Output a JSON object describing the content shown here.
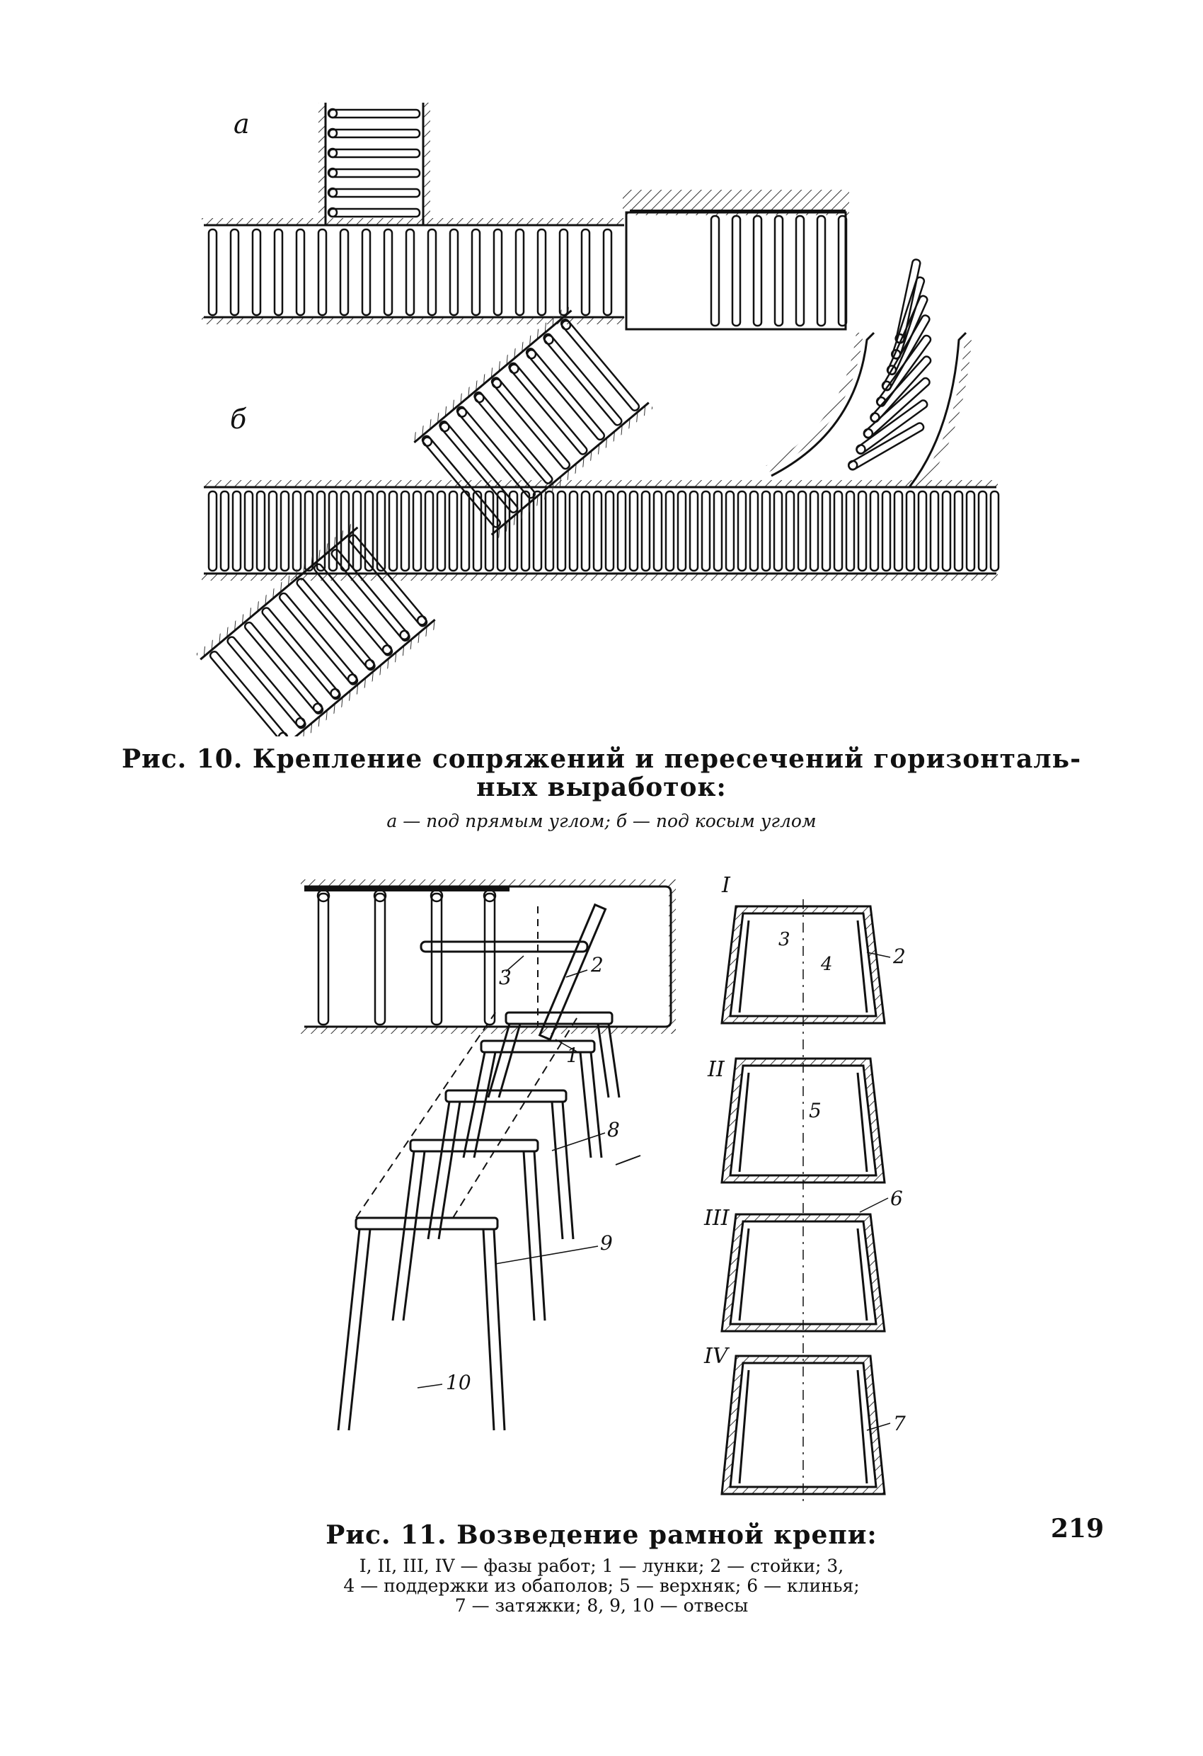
{
  "fig10": {
    "label_a": "а",
    "label_b": "б",
    "caption_line1": "Рис. 10. Крепление сопряжений и пересечений горизонталь-",
    "caption_line2": "ных выработок:",
    "legend": "а — под прямым углом; б — под косым углом"
  },
  "fig11": {
    "phase_1": "I",
    "phase_2": "II",
    "phase_3": "III",
    "phase_4": "IV",
    "num_1": "1",
    "num_2": "2",
    "num_3": "3",
    "num_4": "4",
    "num_5": "5",
    "num_6": "6",
    "num_7": "7",
    "num_8": "8",
    "num_9": "9",
    "num_10": "10",
    "caption": "Рис. 11. Возведение рамной крепи:",
    "legend_line1": "I, II, III, IV — фазы работ; 1 — лунки; 2 — стойки; 3,",
    "legend_line2": "4 — поддержки из обаполов; 5 — верхняк; 6 — клинья;",
    "legend_line3": "7 — затяжки; 8, 9, 10 — отвесы"
  },
  "page_number": "219"
}
